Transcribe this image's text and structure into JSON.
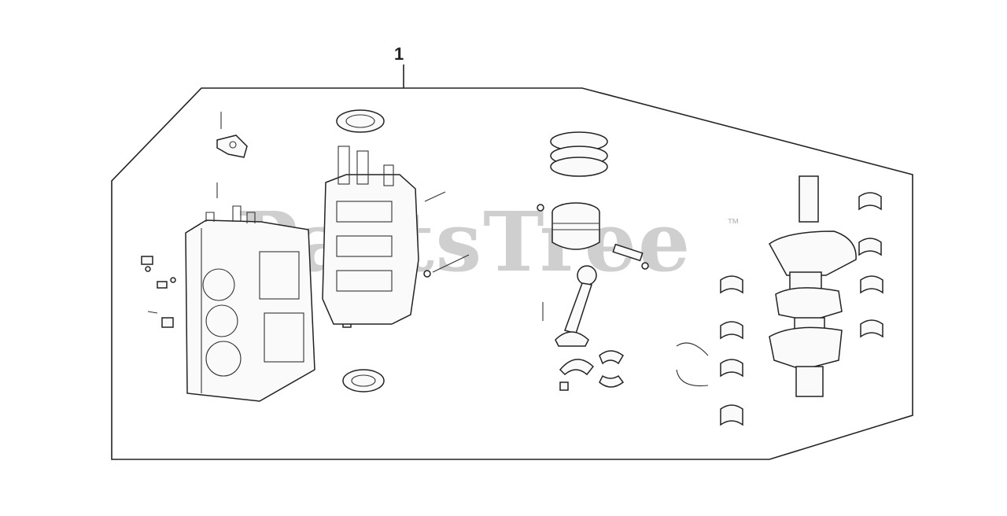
{
  "callout_number": "1",
  "watermark": {
    "text": "PartsTree",
    "mark": "™"
  },
  "icons": [
    "cylinder-block",
    "crankcase",
    "oil-seal",
    "piston",
    "piston-rings",
    "connecting-rod",
    "crankshaft",
    "main-bearing"
  ]
}
